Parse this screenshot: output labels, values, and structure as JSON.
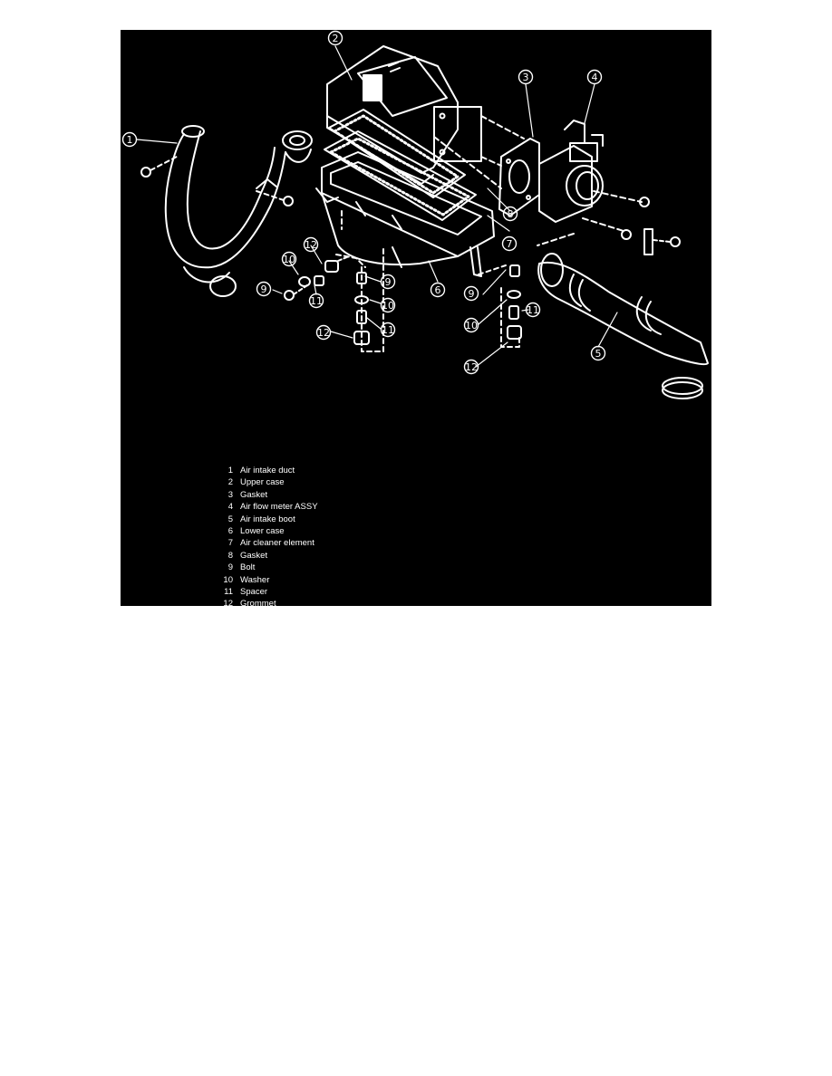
{
  "figure": {
    "background": "#000000",
    "line_color": "#ffffff",
    "callouts": [
      "1",
      "2",
      "3",
      "4",
      "5",
      "6",
      "7",
      "8",
      "9",
      "10",
      "11",
      "12",
      "12",
      "10",
      "9",
      "11",
      "9",
      "10",
      "11",
      "12"
    ],
    "legend": [
      {
        "num": "1",
        "text": "Air intake duct"
      },
      {
        "num": "2",
        "text": "Upper case"
      },
      {
        "num": "3",
        "text": "Gasket"
      },
      {
        "num": "4",
        "text": "Air flow meter ASSY"
      },
      {
        "num": "5",
        "text": "Air intake boot"
      },
      {
        "num": "6",
        "text": "Lower case"
      },
      {
        "num": "7",
        "text": "Air cleaner element"
      },
      {
        "num": "8",
        "text": "Gasket"
      },
      {
        "num": "9",
        "text": "Bolt"
      },
      {
        "num": "10",
        "text": "Washer"
      },
      {
        "num": "11",
        "text": "Spacer"
      },
      {
        "num": "12",
        "text": "Grommet"
      }
    ]
  }
}
